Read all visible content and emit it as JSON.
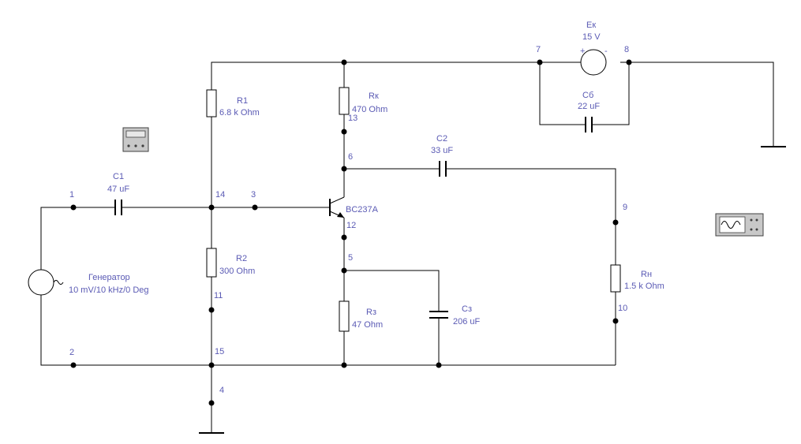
{
  "components": {
    "ek": {
      "name": "Ек",
      "value": "15 V",
      "plus": "+",
      "minus": "-"
    },
    "cb": {
      "name": "Сб",
      "value": "22 uF"
    },
    "r1": {
      "name": "R1",
      "value": "6.8 k Ohm"
    },
    "rk": {
      "name": "Rк",
      "value": "470  Ohm"
    },
    "c2": {
      "name": "C2",
      "value": "33 uF"
    },
    "c1": {
      "name": "C1",
      "value": "47 uF"
    },
    "transistor": {
      "name": "BC237A"
    },
    "r2": {
      "name": "R2",
      "value": "300  Ohm"
    },
    "generator": {
      "name": "Генератор",
      "value": "10 mV/10 kHz/0 Deg"
    },
    "re": {
      "name": "Rз",
      "value": "47  Ohm"
    },
    "ce": {
      "name": "Сз",
      "value": "206 uF"
    },
    "rn": {
      "name": "Rн",
      "value": "1.5 k Ohm"
    }
  },
  "nodes": {
    "n1": "1",
    "n2": "2",
    "n3": "3",
    "n4": "4",
    "n5": "5",
    "n6": "6",
    "n7": "7",
    "n8": "8",
    "n9": "9",
    "n10": "10",
    "n11": "11",
    "n12": "12",
    "n13": "13",
    "n14": "14",
    "n15": "15"
  },
  "instruments": {
    "multimeter": "multimeter-icon",
    "oscilloscope": "oscilloscope-icon"
  },
  "colors": {
    "wire": "#000000",
    "label": "#5a5ab4",
    "background": "#ffffff"
  }
}
